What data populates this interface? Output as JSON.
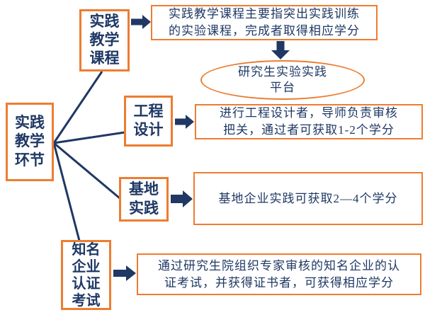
{
  "colors": {
    "border_orange": "#ED7D31",
    "text_navy": "#1F3864",
    "background": "#FFFFFF"
  },
  "nodes": {
    "root": {
      "label": "实践\n教学\n环节"
    },
    "course": {
      "label": "实践\n教学\n课程"
    },
    "engineering": {
      "label": "工程\n设计"
    },
    "base": {
      "label": "基地\n实践"
    },
    "certification": {
      "label": "知名\n企业\n认证\n考试"
    }
  },
  "descriptions": {
    "course": "实践教学课程主要指突出实践训练\n的实验课程，完成者取得相应学分",
    "platform": "研究生实验实践\n平台",
    "engineering": "进行工程设计者，导师负责审核\n把关，通过者可获取1-2个学分",
    "base": "基地企业实践可获取2—4个学分",
    "certification": "通过研究生院组织专家审核的知名企业的认\n证考试，并获得证书者，可获得相应学分"
  }
}
